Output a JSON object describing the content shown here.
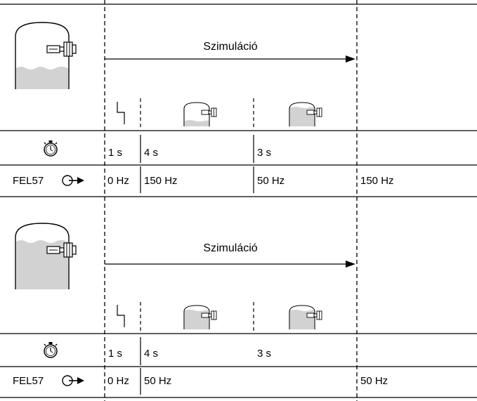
{
  "panels": [
    {
      "simulation_label": "Szimuláció",
      "stopwatch_durations": [
        "1 s",
        "4 s",
        "3 s"
      ],
      "device_label": "FEL57",
      "frequencies": [
        "0 Hz",
        "150 Hz",
        "50 Hz",
        "150 Hz"
      ],
      "main_tank_fill": "partial",
      "stage_tank_fills": [
        "partial",
        "full"
      ]
    },
    {
      "simulation_label": "Szimuláció",
      "stopwatch_durations": [
        "1 s",
        "4 s",
        "3 s"
      ],
      "device_label": "FEL57",
      "frequencies": [
        "0 Hz",
        "50 Hz",
        "50 Hz"
      ],
      "main_tank_fill": "full",
      "stage_tank_fills": [
        "full",
        "full"
      ]
    }
  ],
  "colors": {
    "liquid": "#d2d2d2",
    "line": "#000000"
  }
}
